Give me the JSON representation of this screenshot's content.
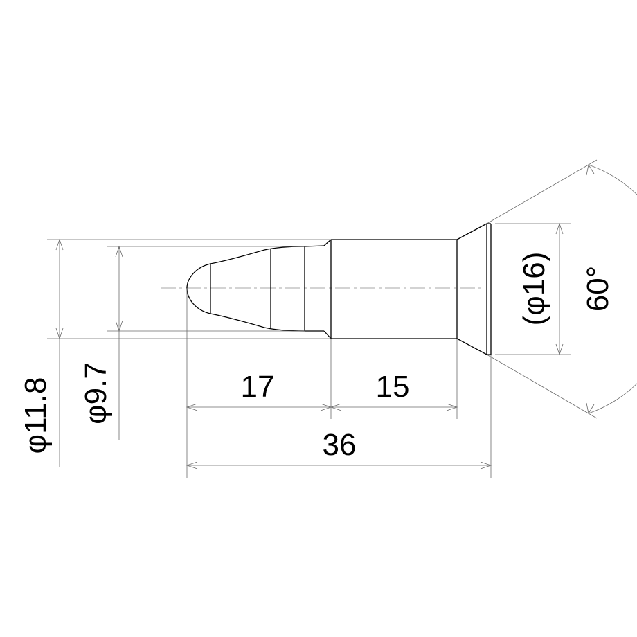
{
  "dimensions": {
    "dia_outer": "φ11.8",
    "dia_neck": "φ9.7",
    "len_tip": "17",
    "len_body": "15",
    "len_total": "36",
    "dia_head_ref": "(φ16)",
    "head_angle": "60°"
  },
  "colors": {
    "line": "#000000",
    "dimension": "#6a6a6a",
    "background": "#ffffff"
  }
}
